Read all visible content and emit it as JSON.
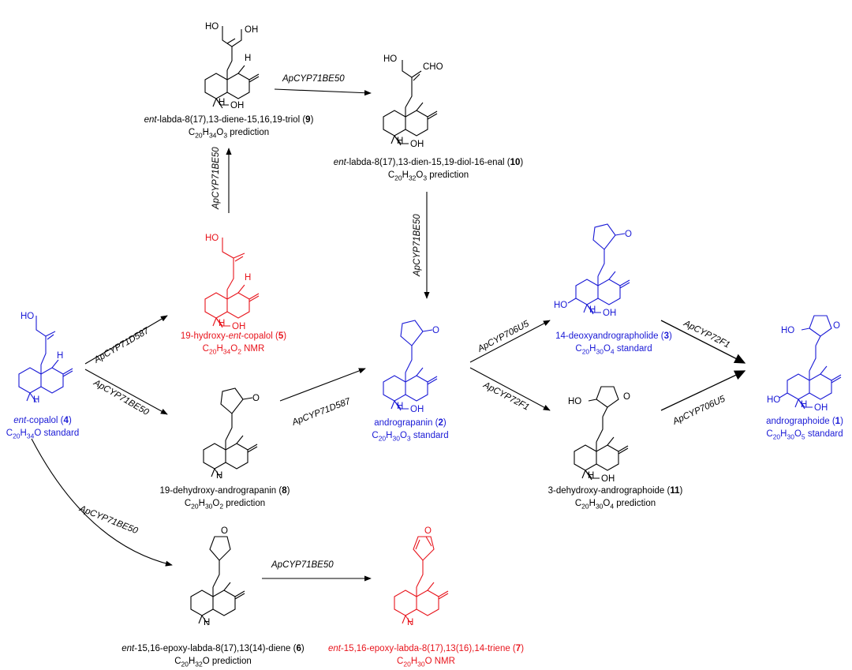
{
  "colors": {
    "standard": "#1a1ad6",
    "nmr": "#e8141c",
    "prediction": "#000000"
  },
  "enzymes": {
    "e1": "ApCYP71BE50",
    "e2": "ApCYP71BE50",
    "e3": "ApCYP71BE50",
    "e4": "ApCYP71D587",
    "e5": "ApCYP71BE50",
    "e6": "ApCYP71D587",
    "e7": "ApCYP706U5",
    "e8": "ApCYP72F1",
    "e9": "ApCYP72F1",
    "e10": "ApCYP706U5",
    "e11": "ApCYP71BE50",
    "e12": "ApCYP71BE50"
  },
  "compounds": {
    "c9": {
      "pre": "ent",
      "name": "-labda-8(17),13-diene-15,16,19-triol  (",
      "num": "9",
      "close": ")",
      "formula": [
        "C",
        "20",
        "H",
        "34",
        "O",
        "3",
        " prediction"
      ]
    },
    "c10": {
      "pre": "ent",
      "name": "-labda-8(17),13-dien-15,19-diol-16-enal (",
      "num": "10",
      "close": ")",
      "formula": [
        "C",
        "20",
        "H",
        "32",
        "O",
        "3",
        " prediction"
      ]
    },
    "c5": {
      "name_a": "19-hydroxy-",
      "pre": "ent",
      "name": "-copalol (",
      "num": "5",
      "close": ")",
      "formula": [
        "C",
        "20",
        "H",
        "34",
        "O",
        "2",
        " NMR"
      ]
    },
    "c4": {
      "pre": "ent",
      "name": "-copalol (",
      "num": "4",
      "close": ")",
      "formula": [
        "C",
        "20",
        "H",
        "34",
        "O standard"
      ]
    },
    "c8": {
      "name": "19-dehydroxy-andrograpanin (",
      "num": "8",
      "close": ")",
      "formula": [
        "C",
        "20",
        "H",
        "30",
        "O",
        "2",
        " prediction"
      ]
    },
    "c2": {
      "name": "andrograpanin (",
      "num": "2",
      "close": ")",
      "formula": [
        "C",
        "20",
        "H",
        "30",
        "O",
        "3",
        "  standard"
      ]
    },
    "c3": {
      "name": "14-deoxyandrographolide (",
      "num": "3",
      "close": ")",
      "formula": [
        "C",
        "20",
        "H",
        "30",
        "O",
        "4",
        "  standard"
      ]
    },
    "c11": {
      "name": "3-dehydroxy-andrographoide (",
      "num": "11",
      "close": ")",
      "formula": [
        "C",
        "20",
        "H",
        "30",
        "O",
        "4",
        " prediction"
      ]
    },
    "c1": {
      "name": "andrographoide (",
      "num": "1",
      "close": ")",
      "formula": [
        "C",
        "20",
        "H",
        "30",
        "O",
        "5",
        " standard"
      ]
    },
    "c6": {
      "pre": "ent",
      "name": "-15,16-epoxy-labda-8(17),13(14)-diene (",
      "num": "6",
      "close": ")",
      "formula": [
        "C",
        "20",
        "H",
        "32",
        "O prediction"
      ]
    },
    "c7": {
      "pre": "ent",
      "name": "-15,16-epoxy-labda-8(17),13(16),14-triene (",
      "num": "7",
      "close": ")",
      "formula": [
        "C",
        "20",
        "H",
        "30",
        "O NMR"
      ]
    }
  },
  "atoms": {
    "ho": "HO",
    "oh": "OH",
    "o": "O",
    "h": "H",
    "cho": "CHO"
  }
}
